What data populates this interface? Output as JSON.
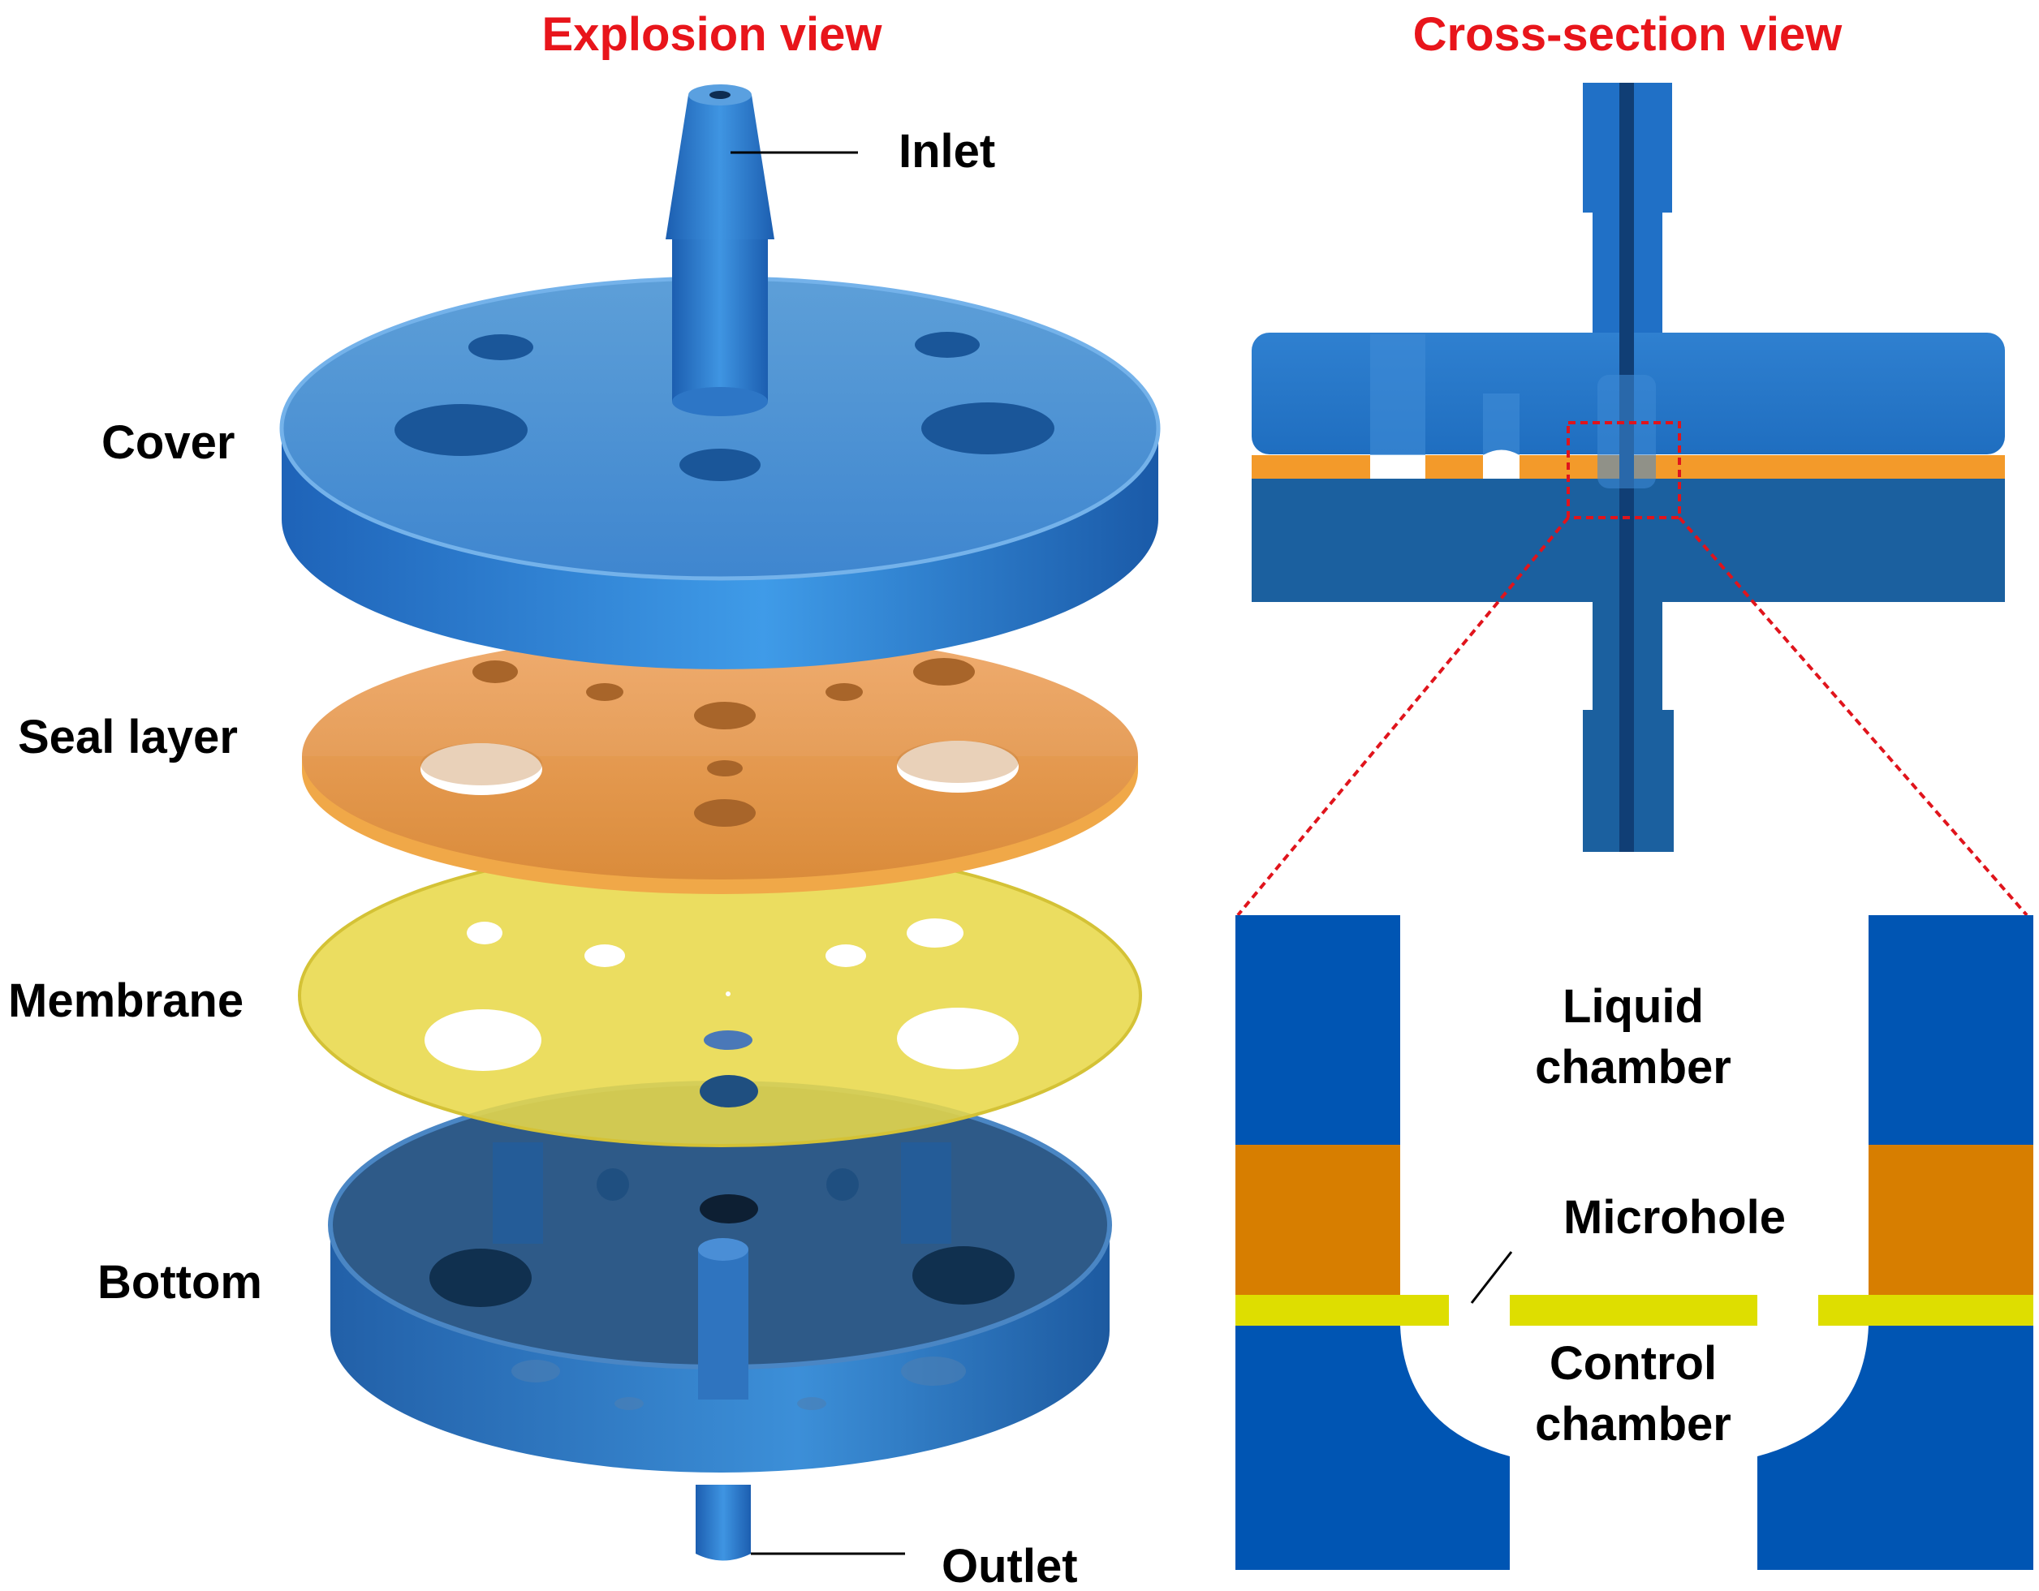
{
  "titles": {
    "left": "Explosion view",
    "right": "Cross-section view",
    "color": "#e8151b"
  },
  "labels": {
    "inlet": "Inlet",
    "cover": "Cover",
    "seal_layer": "Seal layer",
    "membrane": "Membrane",
    "bottom": "Bottom",
    "outlet": "Outlet",
    "liquid_chamber": [
      "Liquid",
      "chamber"
    ],
    "microhole": "Microhole",
    "control_chamber": [
      "Control",
      "chamber"
    ]
  },
  "colors": {
    "cover_blue": "#2e7fd0",
    "bottom_blue": "#2a5f94",
    "seal_orange": "#e69a4a",
    "membrane_yellow": "#e8d84a",
    "section_blue": "#0055b3",
    "section_orange": "#d77e00",
    "section_yellow": "#dede00",
    "zoom_line": "#e0141c"
  }
}
